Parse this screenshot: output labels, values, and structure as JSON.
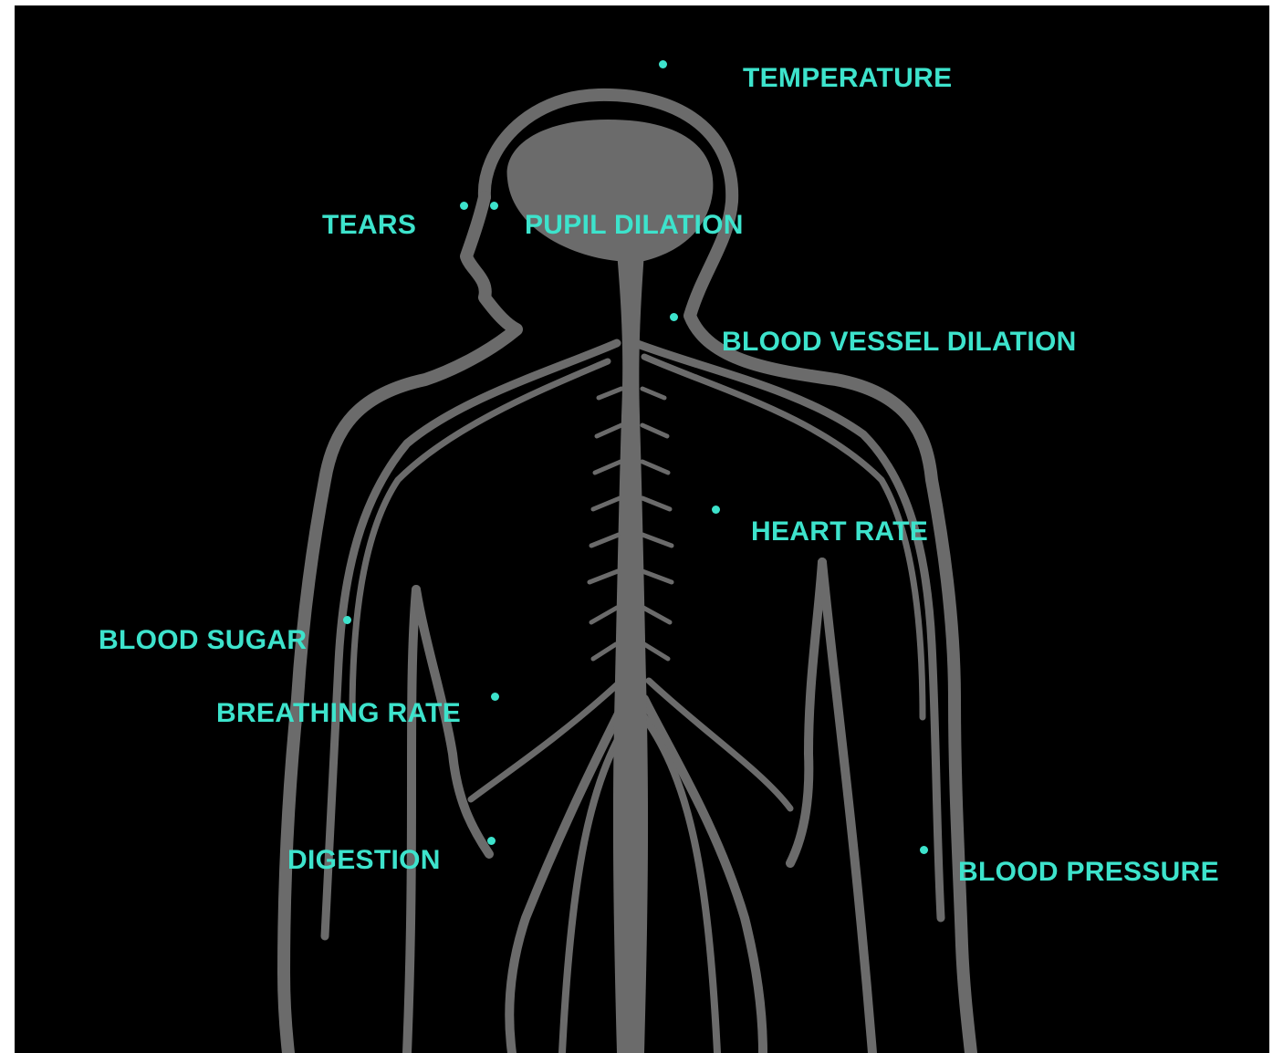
{
  "colors": {
    "background": "#000000",
    "body": "#6b6b6b",
    "label": "#3de3cc"
  },
  "figure": {
    "icon": "human-nervous-system-silhouette"
  },
  "labels": {
    "temperature": "TEMPERATURE",
    "tears": "TEARS",
    "pupil_dilation": "PUPIL DILATION",
    "blood_vessel_dilation": "BLOOD VESSEL DILATION",
    "heart_rate": "HEART RATE",
    "blood_sugar": "BLOOD SUGAR",
    "breathing_rate": "BREATHING RATE",
    "digestion": "DIGESTION",
    "blood_pressure": "BLOOD PRESSURE"
  }
}
